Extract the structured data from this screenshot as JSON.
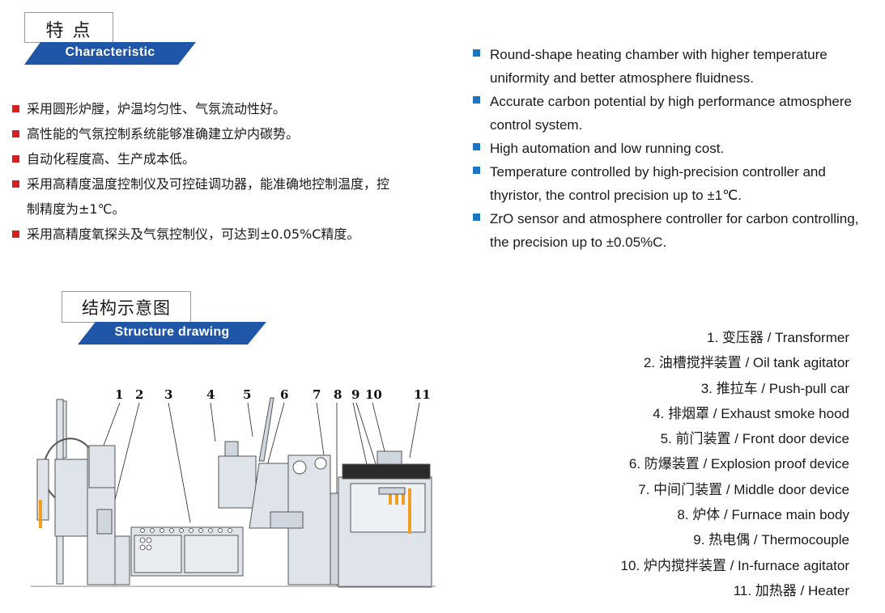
{
  "features": {
    "title_cn": "特 点",
    "title_en": "Characteristic",
    "items_cn": [
      "采用圆形炉膛，炉温均匀性、气氛流动性好。",
      "高性能的气氛控制系统能够准确建立炉内碳势。",
      "自动化程度高、生产成本低。",
      "采用高精度温度控制仪及可控硅调功器，能准确地控制温度，控制精度为±1℃。",
      "采用高精度氧探头及气氛控制仪，可达到±0.05%C精度。"
    ],
    "items_en": [
      "Round-shape heating chamber with higher temperature uniformity and better atmosphere fluidness.",
      "Accurate carbon potential by high performance atmosphere control system.",
      "High automation and low running cost.",
      "Temperature controlled by high-precision controller and thyristor, the control precision up to ±1℃.",
      "ZrO sensor and atmosphere controller for carbon controlling, the precision up to ±0.05%C."
    ]
  },
  "structure": {
    "title_cn": "结构示意图",
    "title_en": "Structure drawing",
    "callouts": [
      "1",
      "2",
      "3",
      "4",
      "5",
      "6",
      "7",
      "8",
      "9",
      "10",
      "11"
    ],
    "legend": [
      "1. 变压器 / Transformer",
      "2. 油槽搅拌装置 / Oil tank agitator",
      "3. 推拉车 / Push-pull car",
      "4. 排烟罩 / Exhaust smoke hood",
      "5. 前门装置 / Front door device",
      "6. 防爆装置 / Explosion proof device",
      "7. 中间门装置 / Middle door device",
      "8. 炉体 / Furnace main body",
      "9. 热电偶 / Thermocouple",
      "10. 炉内搅拌装置 / In-furnace agitator",
      "11. 加热器 / Heater"
    ]
  },
  "colors": {
    "banner_blue": "#1f56a8",
    "bullet_red": "#d42020",
    "bullet_blue": "#1b75c0",
    "machine_fill": "#dfe4ea",
    "heater_orange": "#f0a020"
  }
}
